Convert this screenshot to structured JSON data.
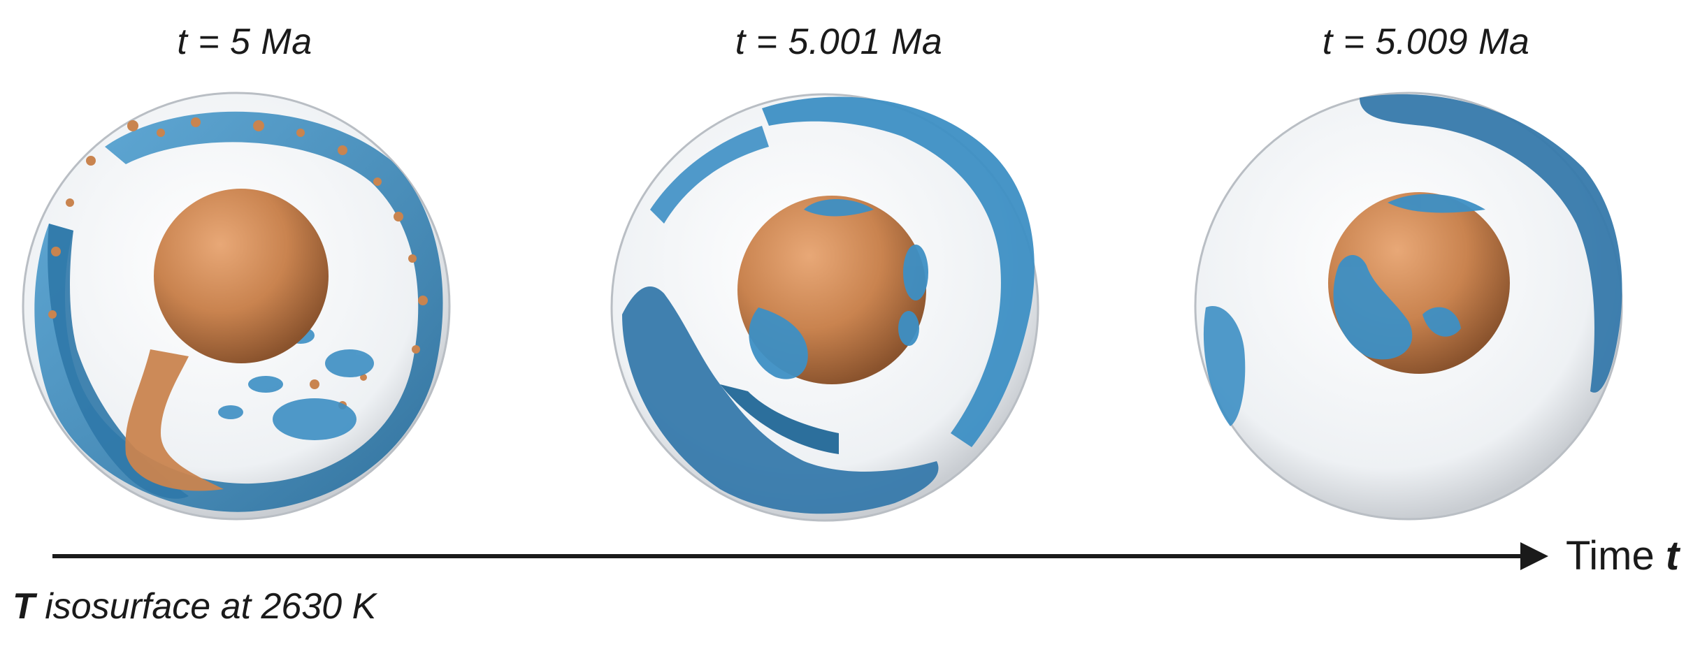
{
  "panels": [
    {
      "title": "t = 5 Ma"
    },
    {
      "title": "t = 5.001 Ma"
    },
    {
      "title": "t = 5.009 Ma"
    }
  ],
  "axis": {
    "label_prefix": "Time ",
    "label_var": "t"
  },
  "caption": {
    "var": "T",
    "text": " isosurface at 2630 K"
  },
  "colors": {
    "core": "#c9844f",
    "cold": "#3d8fc4",
    "shell": "#e8ecef"
  }
}
